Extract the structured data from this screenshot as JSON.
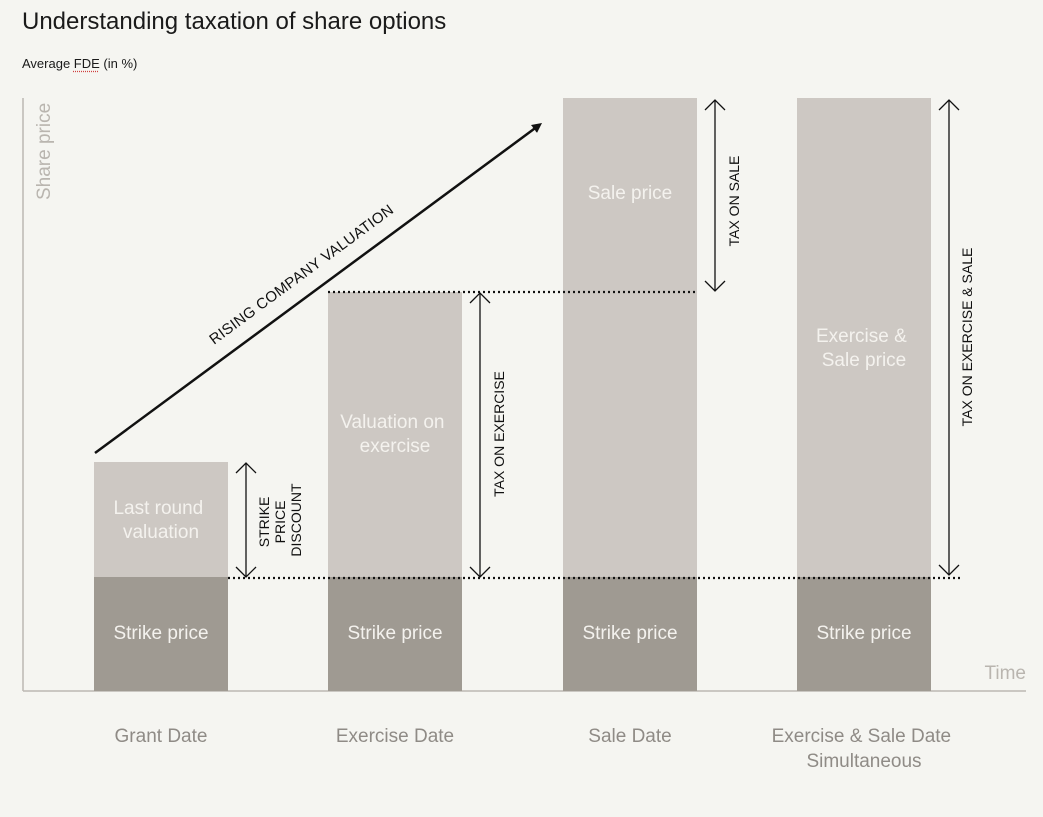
{
  "header": {
    "title": "Understanding taxation of share options",
    "subtitle_prefix": "Average ",
    "subtitle_term": "FDE",
    "subtitle_suffix": " (in %)"
  },
  "axes": {
    "y_label": "Share price",
    "x_label": "Time"
  },
  "arrow_label": "RISING COMPANY VALUATION",
  "bars": {
    "strike_label": "Strike price",
    "grant_upper": [
      "Last round",
      "valuation"
    ],
    "exercise_upper": [
      "Valuation on",
      "exercise"
    ],
    "sale_upper": [
      "Sale price"
    ],
    "simultaneous_upper": [
      "Exercise &",
      "Sale price"
    ]
  },
  "brackets": {
    "strike_discount": [
      "STRIKE",
      "PRICE",
      "DISCOUNT"
    ],
    "tax_on_exercise": "TAX ON EXERCISE",
    "tax_on_sale": "TAX ON SALE",
    "tax_on_exercise_and_sale": "TAX ON EXERCISE & SALE"
  },
  "dates": {
    "grant": [
      "Grant Date"
    ],
    "exercise": [
      "Exercise Date"
    ],
    "sale": [
      "Sale Date"
    ],
    "simultaneous": [
      "Exercise & Sale Date",
      "Simultaneous"
    ]
  },
  "colors": {
    "background": "#f5f5f1",
    "strike_fill": "#9f9a92",
    "upper_fill": "#cdc8c3",
    "bar_text": "#f4f2ee",
    "axis": "#bcb8b2",
    "axis_label": "#b9b5af",
    "date_label": "#8f8b86",
    "ink": "#111111"
  }
}
